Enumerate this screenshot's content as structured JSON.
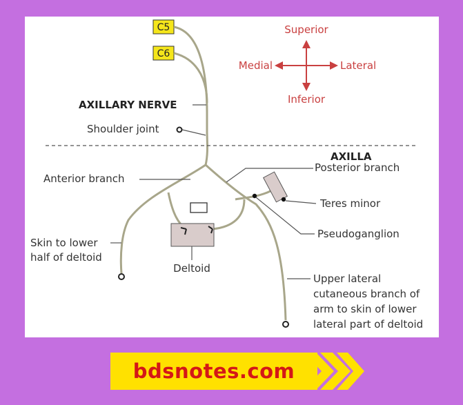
{
  "diagram": {
    "roots": {
      "c5": "C5",
      "c6": "C6"
    },
    "compass": {
      "superior": "Superior",
      "inferior": "Inferior",
      "medial": "Medial",
      "lateral": "Lateral"
    },
    "labels": {
      "axillary_nerve": "AXILLARY NERVE",
      "shoulder_joint": "Shoulder joint",
      "axilla": "AXILLA",
      "posterior_branch": "Posterior branch",
      "anterior_branch": "Anterior branch",
      "teres_minor": "Teres minor",
      "pseudoganglion": "Pseudoganglion",
      "skin_line1": "Skin to lower",
      "skin_line2": "half of deltoid",
      "deltoid": "Deltoid",
      "ulc_line1": "Upper lateral",
      "ulc_line2": "cutaneous branch of",
      "ulc_line3": "arm to skin of lower",
      "ulc_line4": "lateral part of deltoid"
    },
    "colors": {
      "nerve": "#a8a68a",
      "compass": "#c94040",
      "tag": "#f5e61b",
      "muscle": "#d9cccb"
    }
  },
  "banner": {
    "text": "bdsnotes.com",
    "background": "#ffe100",
    "text_color": "#d41717",
    "chevron_color": "#ffe100",
    "page_background": "#c46fe0"
  }
}
